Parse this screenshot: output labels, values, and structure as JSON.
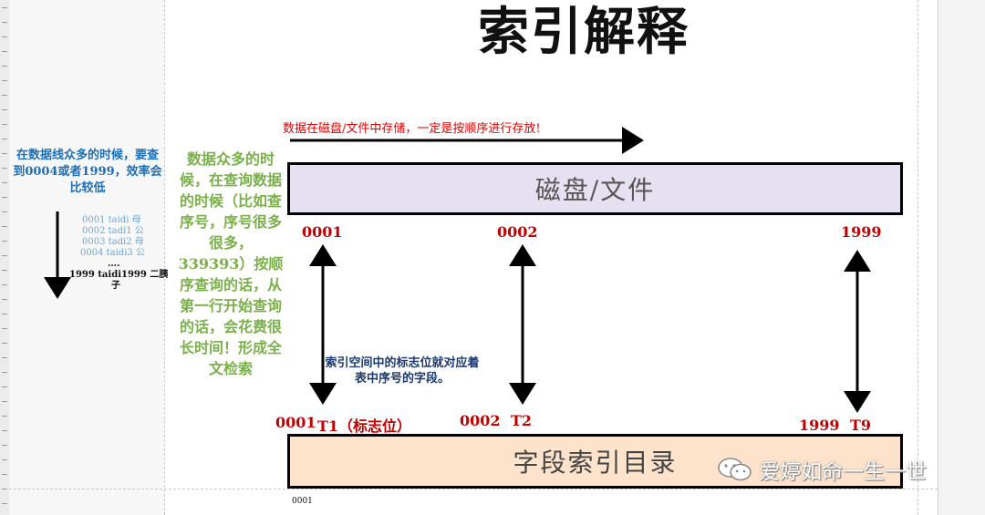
{
  "title": "索引解释",
  "top_note": "数据在磁盘/文件中存储，一定是按顺序进行存放!",
  "left_note": "在数据线众多的时候，要查到0004或者1999，效率会比较低",
  "left_list": [
    {
      "text": "0001 taidi 母",
      "style": "blue"
    },
    {
      "text": "0002 tadi1 公",
      "style": "blue"
    },
    {
      "text": "0003 tadi2 母",
      "style": "blue"
    },
    {
      "text": "0004 taidi3 公",
      "style": "blue"
    },
    {
      "text": "….",
      "style": "dark"
    },
    {
      "text": "1999 taidi1999 二胰",
      "style": "dark"
    },
    {
      "text": "子",
      "style": "dark"
    }
  ],
  "green_text": "数据众多的时候，在查询数据的时候（比如查序号，序号很多很多，339393）按顺序查询的话，从第一行开始查询的话，会花费很长时间！形成全文检索",
  "disk_box": "磁盘/文件",
  "index_box": "字段索引目录",
  "top_labels": [
    "0001",
    "0002",
    "1999"
  ],
  "bottom_labels": {
    "a_num": "0001",
    "a_tag": "T1（标志位）",
    "b_num": "0002",
    "b_tag": "T2",
    "c_num": "1999",
    "c_tag": "T9"
  },
  "center_note": "索引空间中的标志位就对应着表中序号的字段。",
  "small_label": "0001",
  "watermark": "爱婷如命一生一世",
  "colors": {
    "red": "#c00000",
    "green": "#7ab04a",
    "blue": "#1a6fb8",
    "disk_fill": "#e6e0f0",
    "index_fill": "#fde3cc"
  }
}
